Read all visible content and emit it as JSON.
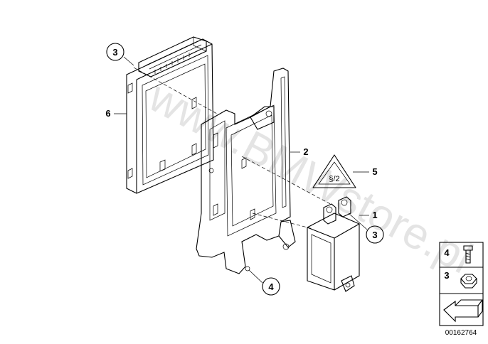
{
  "watermark": "www.BMWstore.pl",
  "diagram_number": "00162764",
  "callouts": [
    {
      "id": "6",
      "circled": false
    },
    {
      "id": "3",
      "circled": true
    },
    {
      "id": "2",
      "circled": false
    },
    {
      "id": "5",
      "circled": false
    },
    {
      "id": "1",
      "circled": false
    },
    {
      "id": "3",
      "circled": true
    },
    {
      "id": "4",
      "circled": true
    }
  ],
  "legend": [
    {
      "id": "4",
      "icon": "bolt-icon"
    },
    {
      "id": "3",
      "icon": "nut-icon"
    }
  ],
  "legend_arrow": "arrow-icon"
}
